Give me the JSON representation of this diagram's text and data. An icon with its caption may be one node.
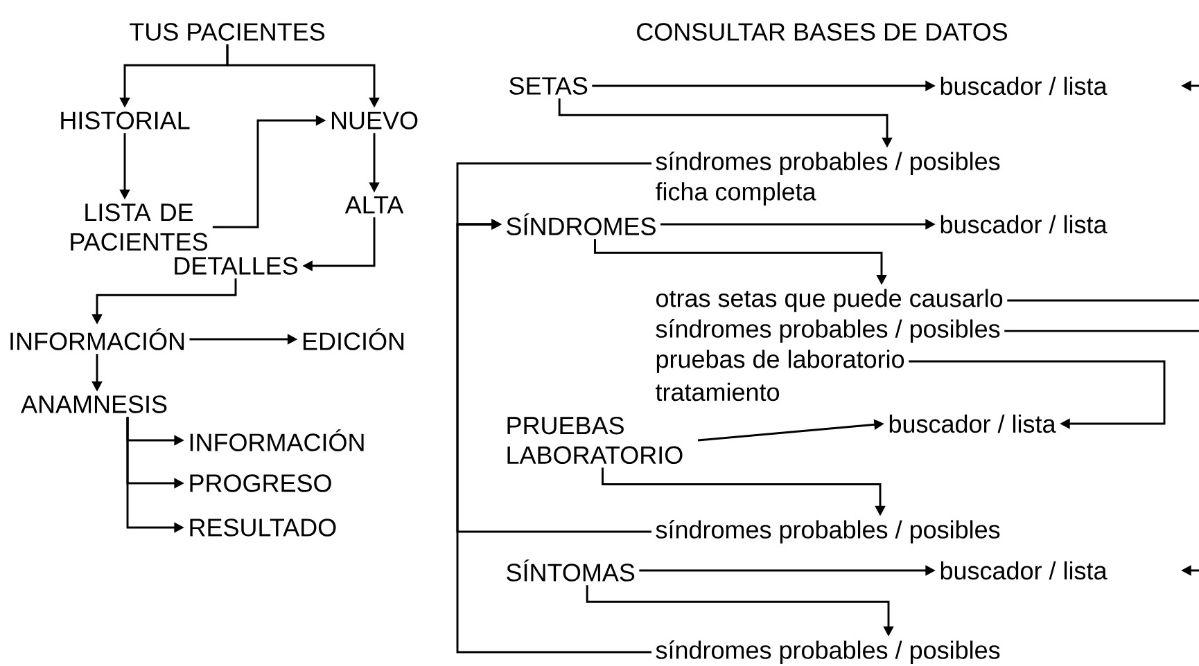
{
  "diagram": {
    "nodes": [
      {
        "text": [
          "TUS PACIENTES"
        ]
      },
      {
        "text": [
          "HISTORIAL"
        ]
      },
      {
        "text": [
          "NUEVO"
        ]
      },
      {
        "text": [
          "LISTA DE PACIENTES"
        ]
      },
      {
        "text": [
          "ALTA"
        ]
      },
      {
        "text": [
          "DETALLES"
        ]
      },
      {
        "text": [
          "INFORMACIÓN"
        ]
      },
      {
        "text": [
          "EDICIÓN"
        ]
      },
      {
        "text": [
          "ANAMNESIS"
        ]
      },
      {
        "text": [
          "INFORMACIÓN"
        ]
      },
      {
        "text": [
          "PROGRESO"
        ]
      },
      {
        "text": [
          "RESULTADO"
        ]
      },
      {
        "text": [
          "CONSULTAR BASES DE DATOS"
        ]
      },
      {
        "text": [
          "SETAS"
        ]
      },
      {
        "text": [
          "buscador / lista"
        ]
      },
      {
        "text": [
          "síndromes probables / posibles"
        ]
      },
      {
        "text": [
          "ficha completa"
        ]
      },
      {
        "text": [
          "SÍNDROMES"
        ]
      },
      {
        "text": [
          "buscador / lista"
        ]
      },
      {
        "text": [
          "otras setas que puede causarlo"
        ]
      },
      {
        "text": [
          "síndromes probables / posibles"
        ]
      },
      {
        "text": [
          "pruebas de laboratorio"
        ]
      },
      {
        "text": [
          "tratamiento"
        ]
      },
      {
        "text": [
          "PRUEBAS LABORATORIO"
        ]
      },
      {
        "text": [
          "buscador / lista"
        ]
      },
      {
        "text": [
          "síndromes probables / posibles"
        ]
      },
      {
        "text": [
          "SÍNTOMAS"
        ]
      },
      {
        "text": [
          "buscador / lista"
        ]
      },
      {
        "text": [
          "síndromes probables / posibles"
        ]
      }
    ],
    "edges": [
      {
        "from": 0,
        "to": 1,
        "arrow": "to"
      },
      {
        "from": 0,
        "to": 2,
        "arrow": "to"
      },
      {
        "from": 1,
        "to": 3,
        "arrow": "to"
      },
      {
        "from": 3,
        "to": 2,
        "arrow": "to"
      },
      {
        "from": 2,
        "to": 4,
        "arrow": "to"
      },
      {
        "from": 4,
        "to": 5,
        "arrow": "to"
      },
      {
        "from": 5,
        "to": 6,
        "arrow": "to"
      },
      {
        "from": 6,
        "to": 7,
        "arrow": "to"
      },
      {
        "from": 6,
        "to": 8,
        "arrow": "to"
      },
      {
        "from": 8,
        "to": 9,
        "arrow": "to"
      },
      {
        "from": 8,
        "to": 10,
        "arrow": "to"
      },
      {
        "from": 8,
        "to": 11,
        "arrow": "to"
      },
      {
        "from": 13,
        "to": 14,
        "arrow": "to"
      },
      {
        "from": 13,
        "to": 15,
        "arrow": "to"
      },
      {
        "from": 15,
        "to": 17,
        "arrow": "to"
      },
      {
        "from": 17,
        "to": 18,
        "arrow": "to"
      },
      {
        "from": 17,
        "to": 19,
        "arrow": "to"
      },
      {
        "from": 19,
        "to": null,
        "arrow": "none"
      },
      {
        "from": 20,
        "to": null,
        "arrow": "none"
      },
      {
        "from": 21,
        "to": 24,
        "arrow": "to"
      },
      {
        "from": 23,
        "to": 24,
        "arrow": "to"
      },
      {
        "from": 23,
        "to": 25,
        "arrow": "to"
      },
      {
        "from": 25,
        "to": 17,
        "arrow": "to"
      },
      {
        "from": 28,
        "to": 17,
        "arrow": "to"
      },
      {
        "from": 26,
        "to": 27,
        "arrow": "to"
      },
      {
        "from": 26,
        "to": 28,
        "arrow": "to"
      }
    ]
  }
}
